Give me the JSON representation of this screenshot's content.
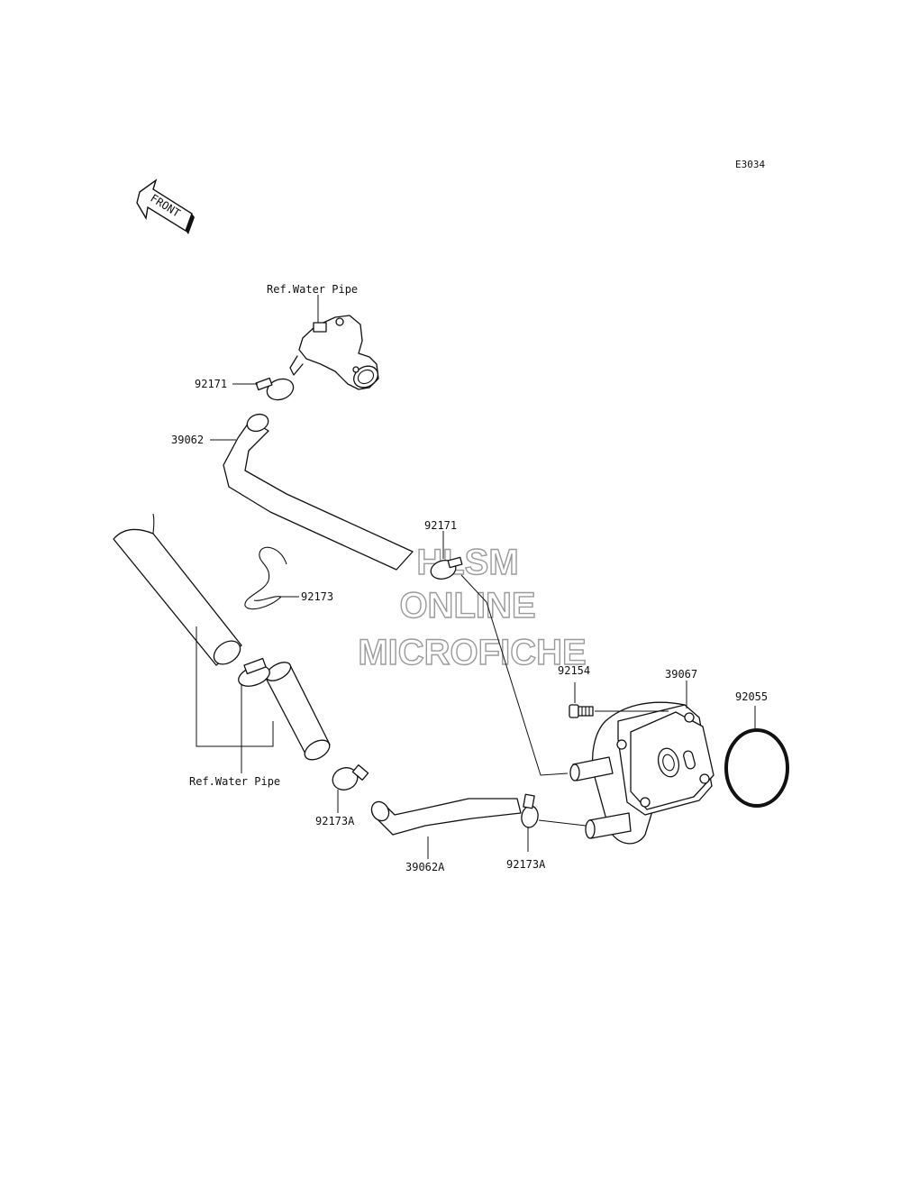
{
  "diagram_code": "E3034",
  "front_label": "FRONT",
  "watermark": {
    "line1": "HLSM",
    "line2": "ONLINE",
    "line3": "MICROFICHE"
  },
  "callouts": {
    "ref_water_pipe_top": "Ref.Water Pipe",
    "ref_water_pipe_bottom": "Ref.Water Pipe",
    "clamp_92171_top": "92171",
    "hose_39062": "39062",
    "clamp_92171_mid": "92171",
    "clip_92173": "92173",
    "bolt_92154": "92154",
    "cooler_39067": "39067",
    "oring_92055": "92055",
    "clamp_92173A_left": "92173A",
    "hose_39062A": "39062A",
    "clamp_92173A_right": "92173A"
  }
}
